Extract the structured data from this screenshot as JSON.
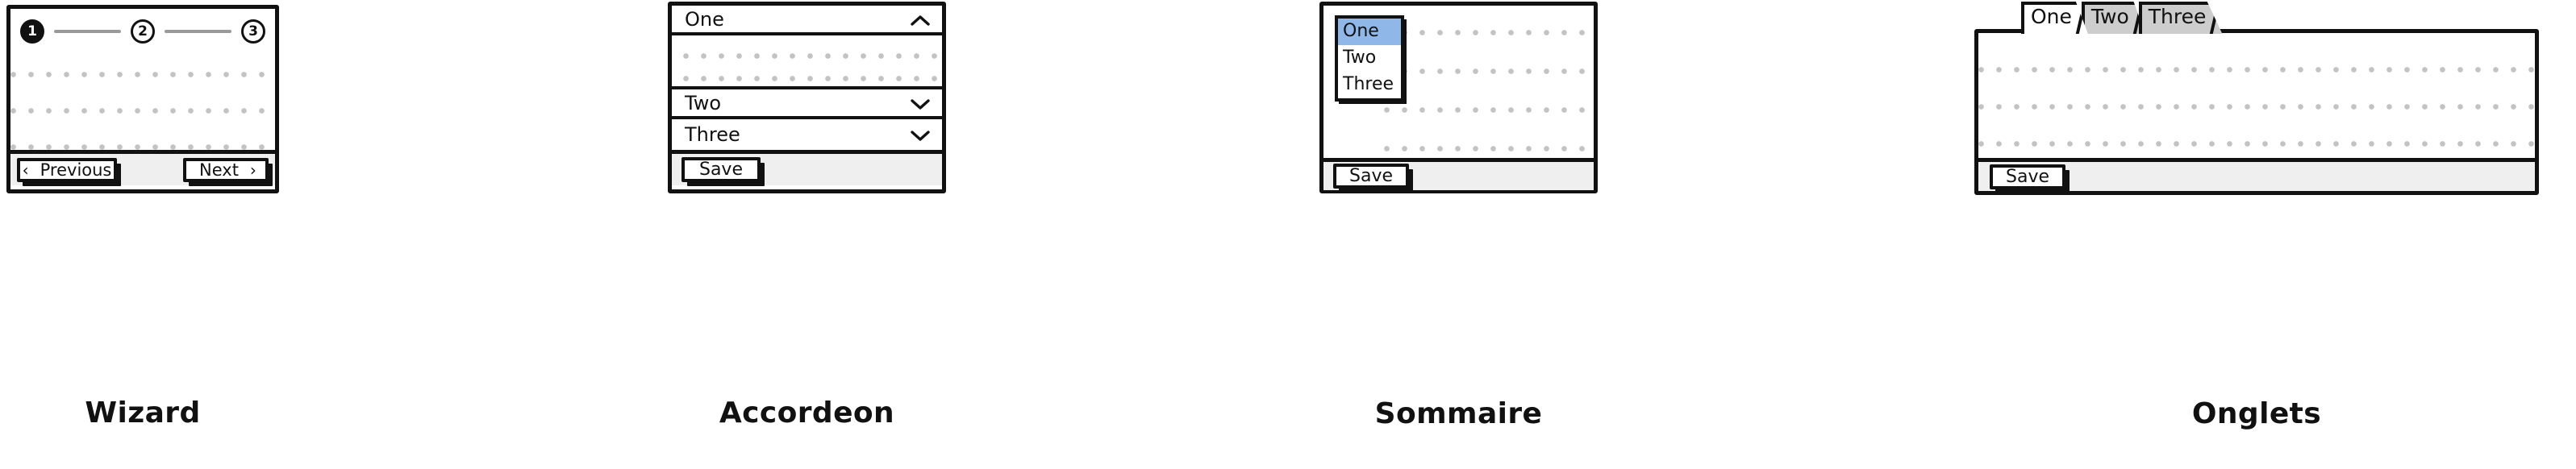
{
  "panels": {
    "wizard": {
      "caption": "Wizard",
      "steps": [
        {
          "number": "1",
          "state": "active"
        },
        {
          "number": "2",
          "state": "inactive"
        },
        {
          "number": "3",
          "state": "inactive"
        }
      ],
      "footer": {
        "previous_label": "Previous",
        "previous_icon": "chevron-left-icon",
        "previous_glyph": "‹",
        "next_label": "Next",
        "next_icon": "chevron-right-icon",
        "next_glyph": "›"
      }
    },
    "accordeon": {
      "caption": "Accordeon",
      "sections": [
        {
          "label": "One",
          "expanded": "true",
          "icon": "chevron-up-icon",
          "glyph": "⌃"
        },
        {
          "label": "Two",
          "expanded": "false",
          "icon": "chevron-down-icon",
          "glyph": "⌄"
        },
        {
          "label": "Three",
          "expanded": "false",
          "icon": "chevron-down-icon",
          "glyph": "⌄"
        }
      ],
      "footer": {
        "save_label": "Save"
      }
    },
    "sommaire": {
      "caption": "Sommaire",
      "listbox": {
        "items": [
          {
            "label": "One",
            "selected": "true"
          },
          {
            "label": "Two",
            "selected": "false"
          },
          {
            "label": "Three",
            "selected": "false"
          }
        ],
        "selected_value": "One"
      },
      "footer": {
        "save_label": "Save"
      }
    },
    "onglets": {
      "caption": "Onglets",
      "tabs": [
        {
          "label": "One",
          "active": "true"
        },
        {
          "label": "Two",
          "active": "false"
        },
        {
          "label": "Three",
          "active": "false"
        }
      ],
      "footer": {
        "save_label": "Save"
      }
    }
  },
  "colors": {
    "ink": "#111111",
    "paper": "#ffffff",
    "footer_bar": "#efefef",
    "tab_inactive": "#cdcdcd",
    "list_selection": "#8FB8E8",
    "placeholder_dots": "#c3c3c3",
    "step_connector": "#9a9a9a"
  }
}
